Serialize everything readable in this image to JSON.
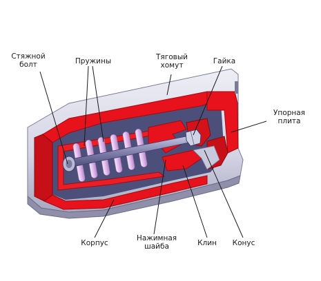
{
  "labels": {
    "bolt": [
      "Стяжной",
      "болт"
    ],
    "springs": "Пружины",
    "clamp": [
      "Тяговый",
      "хомут"
    ],
    "nut": "Гайка",
    "plate": [
      "Упорная",
      "плита"
    ],
    "body": "Корпус",
    "washer": [
      "Нажимная",
      "шайба"
    ],
    "wedge": "Клин",
    "cone": "Конус"
  },
  "colors": {
    "housing": "#e8121c",
    "housing_dark": "#a30d12",
    "shell": "#dcdcea",
    "shell_shadow": "#9a9ab4",
    "interior": "#4b4f79",
    "rod": "#8c8cb4",
    "spring": "#e7c8f0"
  }
}
